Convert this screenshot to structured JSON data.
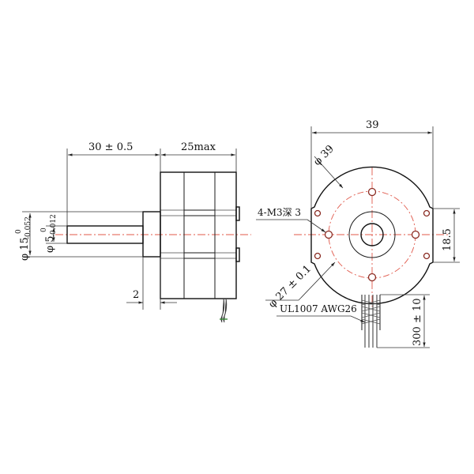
{
  "side_view": {
    "shaft_length": "30 ± 0.5",
    "body_length": "25max",
    "flange_thickness": "2",
    "shaft_diameter": {
      "base": "φ 5",
      "upper_tol": "0",
      "lower_tol": "-0.012"
    },
    "boss_diameter": {
      "base": "φ 15",
      "upper_tol": "0",
      "lower_tol": "-0.052"
    }
  },
  "front_view": {
    "overall_width": "39",
    "outer_diameter": "φ 39",
    "mount_holes": "4-M3深 3",
    "pitch_circle": "φ 27 ± 0.1",
    "slot_height": "18.5",
    "wire_spec": "UL1007  AWG26",
    "wire_length": "300 ± 10"
  },
  "colors": {
    "centerline": "#e0584a",
    "hole_outline": "#8a2b22"
  }
}
